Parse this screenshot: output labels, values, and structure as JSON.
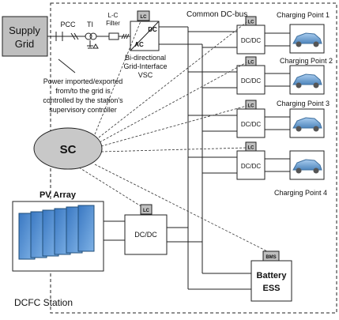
{
  "supply_grid": {
    "line1": "Supply",
    "line2": "Grid"
  },
  "pcc": "PCC",
  "transformer": "TI",
  "lc_filter": {
    "line1": "L-C",
    "line2": "Filter"
  },
  "bus_label": "Common DC-bus",
  "vsc": {
    "dc": "DC",
    "ac": "AC",
    "caption1": "Bi-directional",
    "caption2": "Grid-Interface",
    "caption3": "VSC"
  },
  "note": {
    "line1": "Power imported/exported",
    "line2": "from/to the grid is",
    "line3": "controlled by the station's",
    "line4": "supervisory controller"
  },
  "controller": "SC",
  "lc_tag": "LC",
  "bms_tag": "BMS",
  "dcdc": "DC/DC",
  "charging_points": [
    {
      "label": "Charging Point 1"
    },
    {
      "label": "Charging Point 2"
    },
    {
      "label": "Charging Point 3"
    },
    {
      "label": "Charging Point 4"
    }
  ],
  "pv": {
    "label": "PV Array",
    "converter": "DC/DC"
  },
  "battery": {
    "line1": "Battery",
    "line2": "ESS"
  },
  "station_label": "DCFC Station",
  "colors": {
    "grid_fill": "#bfbfbf",
    "sc_fill": "#c8c8c8",
    "car_blue": "#7fb0dc",
    "car_dark": "#3e6f9e",
    "pv_blue": "#5b9bd5",
    "pv_dark": "#1f4e79"
  }
}
